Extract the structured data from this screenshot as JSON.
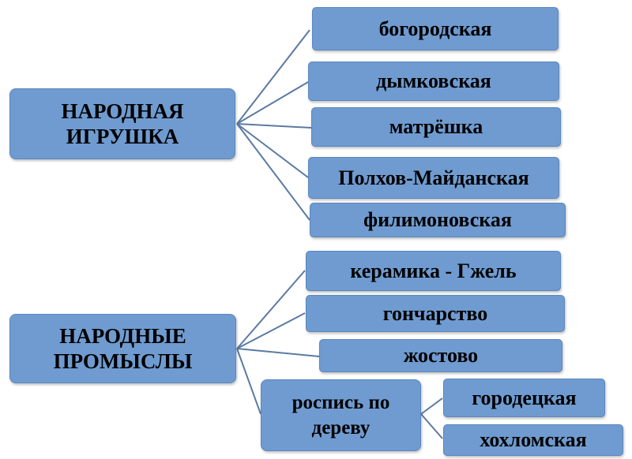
{
  "colors": {
    "box_fill": "#6f9bd0",
    "connector": "#5b7aa3"
  },
  "groups": [
    {
      "root": {
        "line1": "НАРОДНАЯ",
        "line2": "ИГРУШКА"
      },
      "children": [
        "богородская",
        "дымковская",
        "матрёшка",
        "Полхов-Майданская",
        "филимоновская"
      ]
    },
    {
      "root": {
        "line1": "НАРОДНЫЕ",
        "line2": "ПРОМЫСЛЫ"
      },
      "children": [
        "керамика - Гжель",
        "гончарство",
        "жостово"
      ],
      "sub": {
        "line1": "роспись по",
        "line2": "дереву",
        "children": [
          "городецкая",
          "хохломская"
        ]
      }
    }
  ]
}
